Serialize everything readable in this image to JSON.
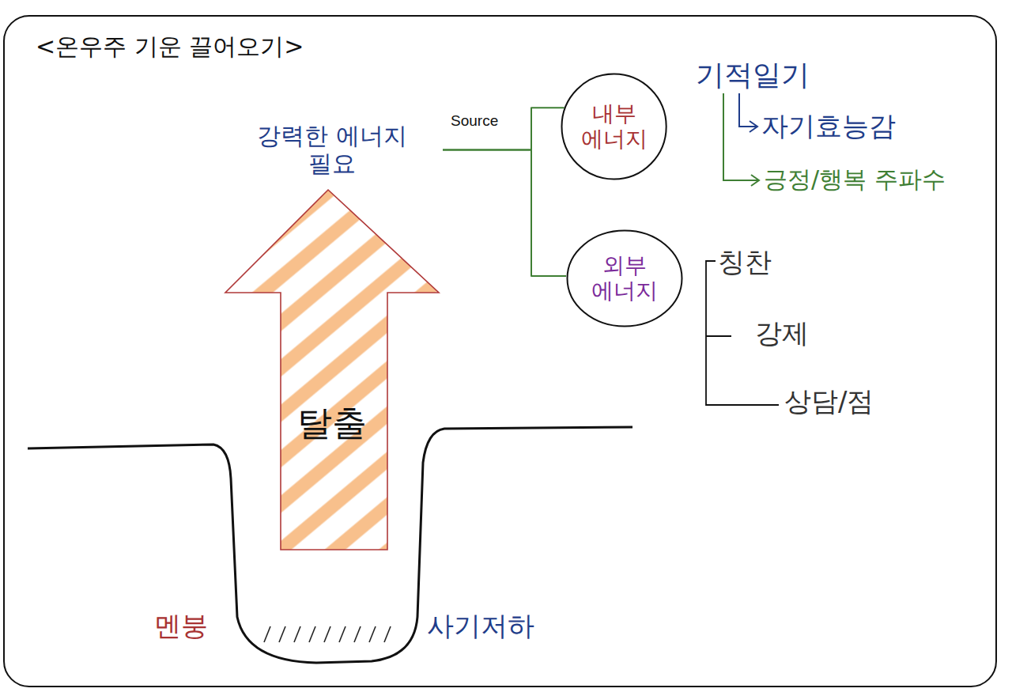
{
  "diagram": {
    "title": "<온우주 기운 끌어오기>",
    "nodes": [
      {
        "text": [
          "강력한 에너지 필요",
          "탈출"
        ]
      },
      {
        "text": [
          "내부 에너지"
        ]
      },
      {
        "text": [
          "외부 에너지"
        ]
      }
    ],
    "edges": [
      {
        "from": 0,
        "to": 1,
        "arrow": "none",
        "label": "Source"
      },
      {
        "from": 0,
        "to": 2,
        "arrow": "none"
      }
    ],
    "labels": [
      "기적일기",
      "자기효능감",
      "긍정/행복 주파수",
      "칭찬",
      "강제",
      "상담/점",
      "멘붕",
      "사기저하"
    ]
  }
}
